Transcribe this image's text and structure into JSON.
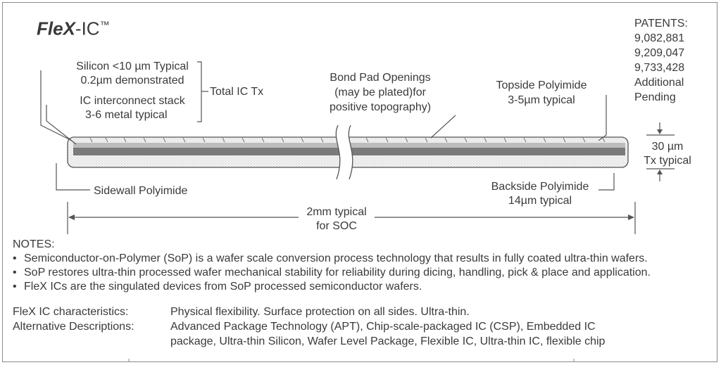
{
  "title": {
    "brand_bold": "FleX",
    "brand_rest": "-IC",
    "trademark": "™"
  },
  "patents": {
    "heading": "PATENTS:",
    "numbers": [
      "9,082,881",
      "9,209,047",
      "9,733,428"
    ],
    "additional": "Additional",
    "pending": "Pending"
  },
  "labels": {
    "silicon_line1": "Silicon <10 µm Typical",
    "silicon_line2": "0.2µm demonstrated",
    "interconnect_line1": "IC interconnect stack",
    "interconnect_line2": "3-6 metal typical",
    "total_ic": "Total IC Tx",
    "bond_pad_line1": "Bond Pad Openings",
    "bond_pad_line2": "(may be plated)for",
    "bond_pad_line3": "positive topography)",
    "topside_line1": "Topside Polyimide",
    "topside_line2": "3-5µm typical",
    "thickness_line1": "30 µm",
    "thickness_line2": "Tx typical",
    "sidewall": "Sidewall  Polyimide",
    "backside_line1": "Backside Polyimide",
    "backside_line2": "14µm typical",
    "width_line1": "2mm typical",
    "width_line2": "for SOC"
  },
  "notes": {
    "heading": "NOTES:",
    "items": [
      "Semiconductor-on-Polymer  (SoP) is a wafer scale conversion process technology  that results in fully coated ultra-thin wafers.",
      "SoP restores ultra-thin processed wafer mechanical stability for reliability during dicing, handling, pick & place and  application.",
      "FleX ICs are the singulated  devices from SoP processed semiconductor wafers."
    ]
  },
  "characteristics": {
    "label": "FleX IC characteristics:",
    "value": "Physical flexibility.  Surface protection on all sides. Ultra-thin."
  },
  "alternatives": {
    "label": "Alternative Descriptions:",
    "value_line1": "Advanced Package Technology (APT), Chip-scale-packaged IC (CSP), Embedded  IC",
    "value_line2": "package, Ultra-thin Silicon,  Wafer Level Package, Flexible IC, Ultra-thin IC, flexible chip"
  },
  "colors": {
    "text": "#3a3a3a",
    "line": "#555555",
    "silicon": "#7a7a7a",
    "polyimide": "#f2f2f2"
  }
}
